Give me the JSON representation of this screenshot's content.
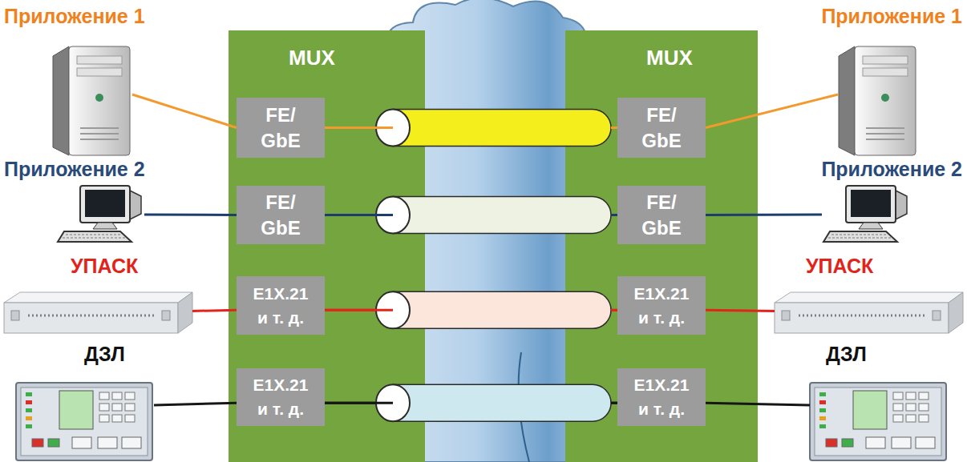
{
  "diagram": {
    "nodes": [
      {
        "text": [
          "Приложение 1"
        ]
      },
      {
        "text": [
          "Приложение 2"
        ]
      },
      {
        "text": [
          "УПАСК"
        ]
      },
      {
        "text": [
          "ДЗЛ"
        ]
      },
      {
        "text": [
          "MUX"
        ]
      },
      {
        "text": [
          "FE/ GbE"
        ],
        "in": 4
      },
      {
        "text": [
          "FE/ GbE"
        ],
        "in": 4
      },
      {
        "text": [
          "E1X.21 и т. д."
        ],
        "in": 4
      },
      {
        "text": [
          "E1X.21 и т. д."
        ],
        "in": 4
      },
      {
        "text": [
          "MUX"
        ]
      },
      {
        "text": [
          "FE/ GbE"
        ],
        "in": 9
      },
      {
        "text": [
          "FE/ GbE"
        ],
        "in": 9
      },
      {
        "text": [
          "E1X.21 и т. д."
        ],
        "in": 9
      },
      {
        "text": [
          "E1X.21 и т. д."
        ],
        "in": 9
      },
      {
        "text": [
          "Приложение 1"
        ]
      },
      {
        "text": [
          "Приложение 2"
        ]
      },
      {
        "text": [
          "УПАСК"
        ]
      },
      {
        "text": [
          "ДЗЛ"
        ]
      }
    ],
    "edges": [
      {
        "from": 0,
        "to": 5,
        "arrow": "none"
      },
      {
        "from": 1,
        "to": 6,
        "arrow": "none"
      },
      {
        "from": 2,
        "to": 7,
        "arrow": "none"
      },
      {
        "from": 3,
        "to": 8,
        "arrow": "none"
      },
      {
        "from": 5,
        "to": 10,
        "arrow": "none"
      },
      {
        "from": 6,
        "to": 11,
        "arrow": "none"
      },
      {
        "from": 7,
        "to": 12,
        "arrow": "none"
      },
      {
        "from": 8,
        "to": 13,
        "arrow": "none"
      },
      {
        "from": 10,
        "to": 14,
        "arrow": "none"
      },
      {
        "from": 11,
        "to": 15,
        "arrow": "none"
      },
      {
        "from": 12,
        "to": 16,
        "arrow": "none"
      },
      {
        "from": 13,
        "to": 17,
        "arrow": "none"
      }
    ]
  }
}
